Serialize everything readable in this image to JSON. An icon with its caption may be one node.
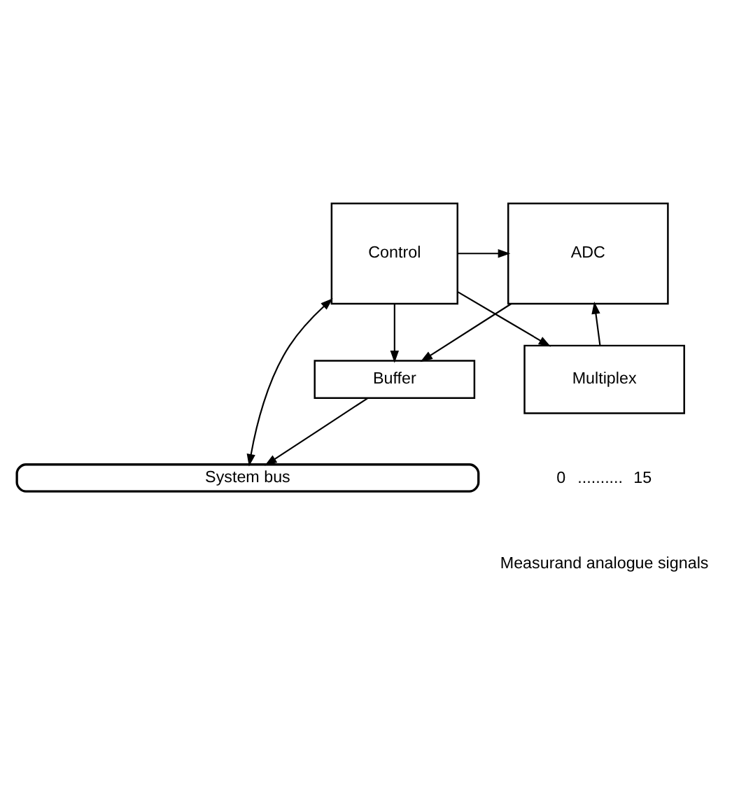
{
  "diagram": {
    "nodes": [
      {
        "text": [
          "System bus"
        ]
      },
      {
        "text": [
          "Buffer"
        ]
      },
      {
        "text": [
          "Control"
        ]
      },
      {
        "text": [
          "ADC"
        ]
      },
      {
        "text": [
          "Multiplex"
        ]
      }
    ],
    "edges": [
      {
        "from": 2,
        "to": 0,
        "arrow": "both"
      },
      {
        "from": 1,
        "to": 0,
        "arrow": "to"
      },
      {
        "from": 2,
        "to": 1,
        "arrow": "to"
      },
      {
        "from": 3,
        "to": 1,
        "arrow": "to"
      },
      {
        "from": 2,
        "to": 3,
        "arrow": "to"
      },
      {
        "from": 2,
        "to": 4,
        "arrow": "to"
      },
      {
        "from": 4,
        "to": 3,
        "arrow": "to"
      }
    ],
    "labels": [
      "0",
      "..........",
      "15",
      "Measurand analogue signals"
    ]
  }
}
